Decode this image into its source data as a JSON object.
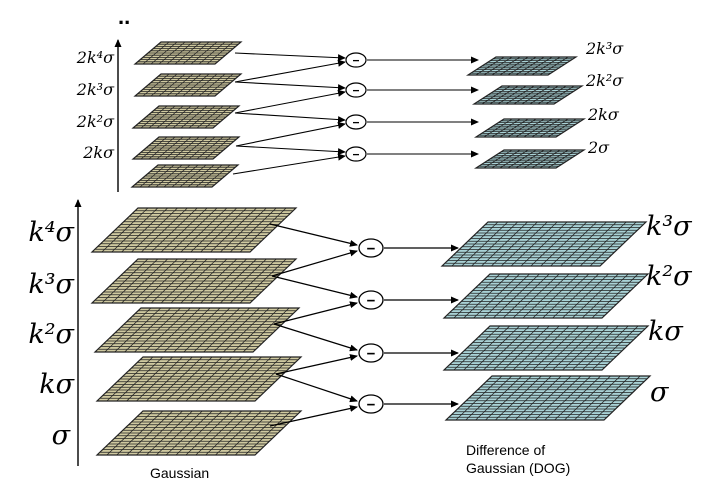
{
  "continuation_dots": "..",
  "top_octave": {
    "scale_labels": [
      "2k⁴σ",
      "2k³σ",
      "2k²σ",
      "2kσ"
    ],
    "dog_labels": [
      "2k³σ",
      "2k²σ",
      "2kσ",
      "2σ"
    ],
    "subtract_symbol": "−"
  },
  "bottom_octave": {
    "scale_labels": [
      "k⁴σ",
      "k³σ",
      "k²σ",
      "kσ",
      "σ"
    ],
    "dog_labels": [
      "k³σ",
      "k²σ",
      "kσ",
      "σ"
    ],
    "subtract_symbol": "−"
  },
  "captions": {
    "gaussian": "Gaussian",
    "dog_line1": "Difference of",
    "dog_line2": "Gaussian (DOG)"
  },
  "colors": {
    "gaussian_fill": "#cfc9a0",
    "dog_fill": "#a9d2d6",
    "grid_stroke": "#222222"
  }
}
